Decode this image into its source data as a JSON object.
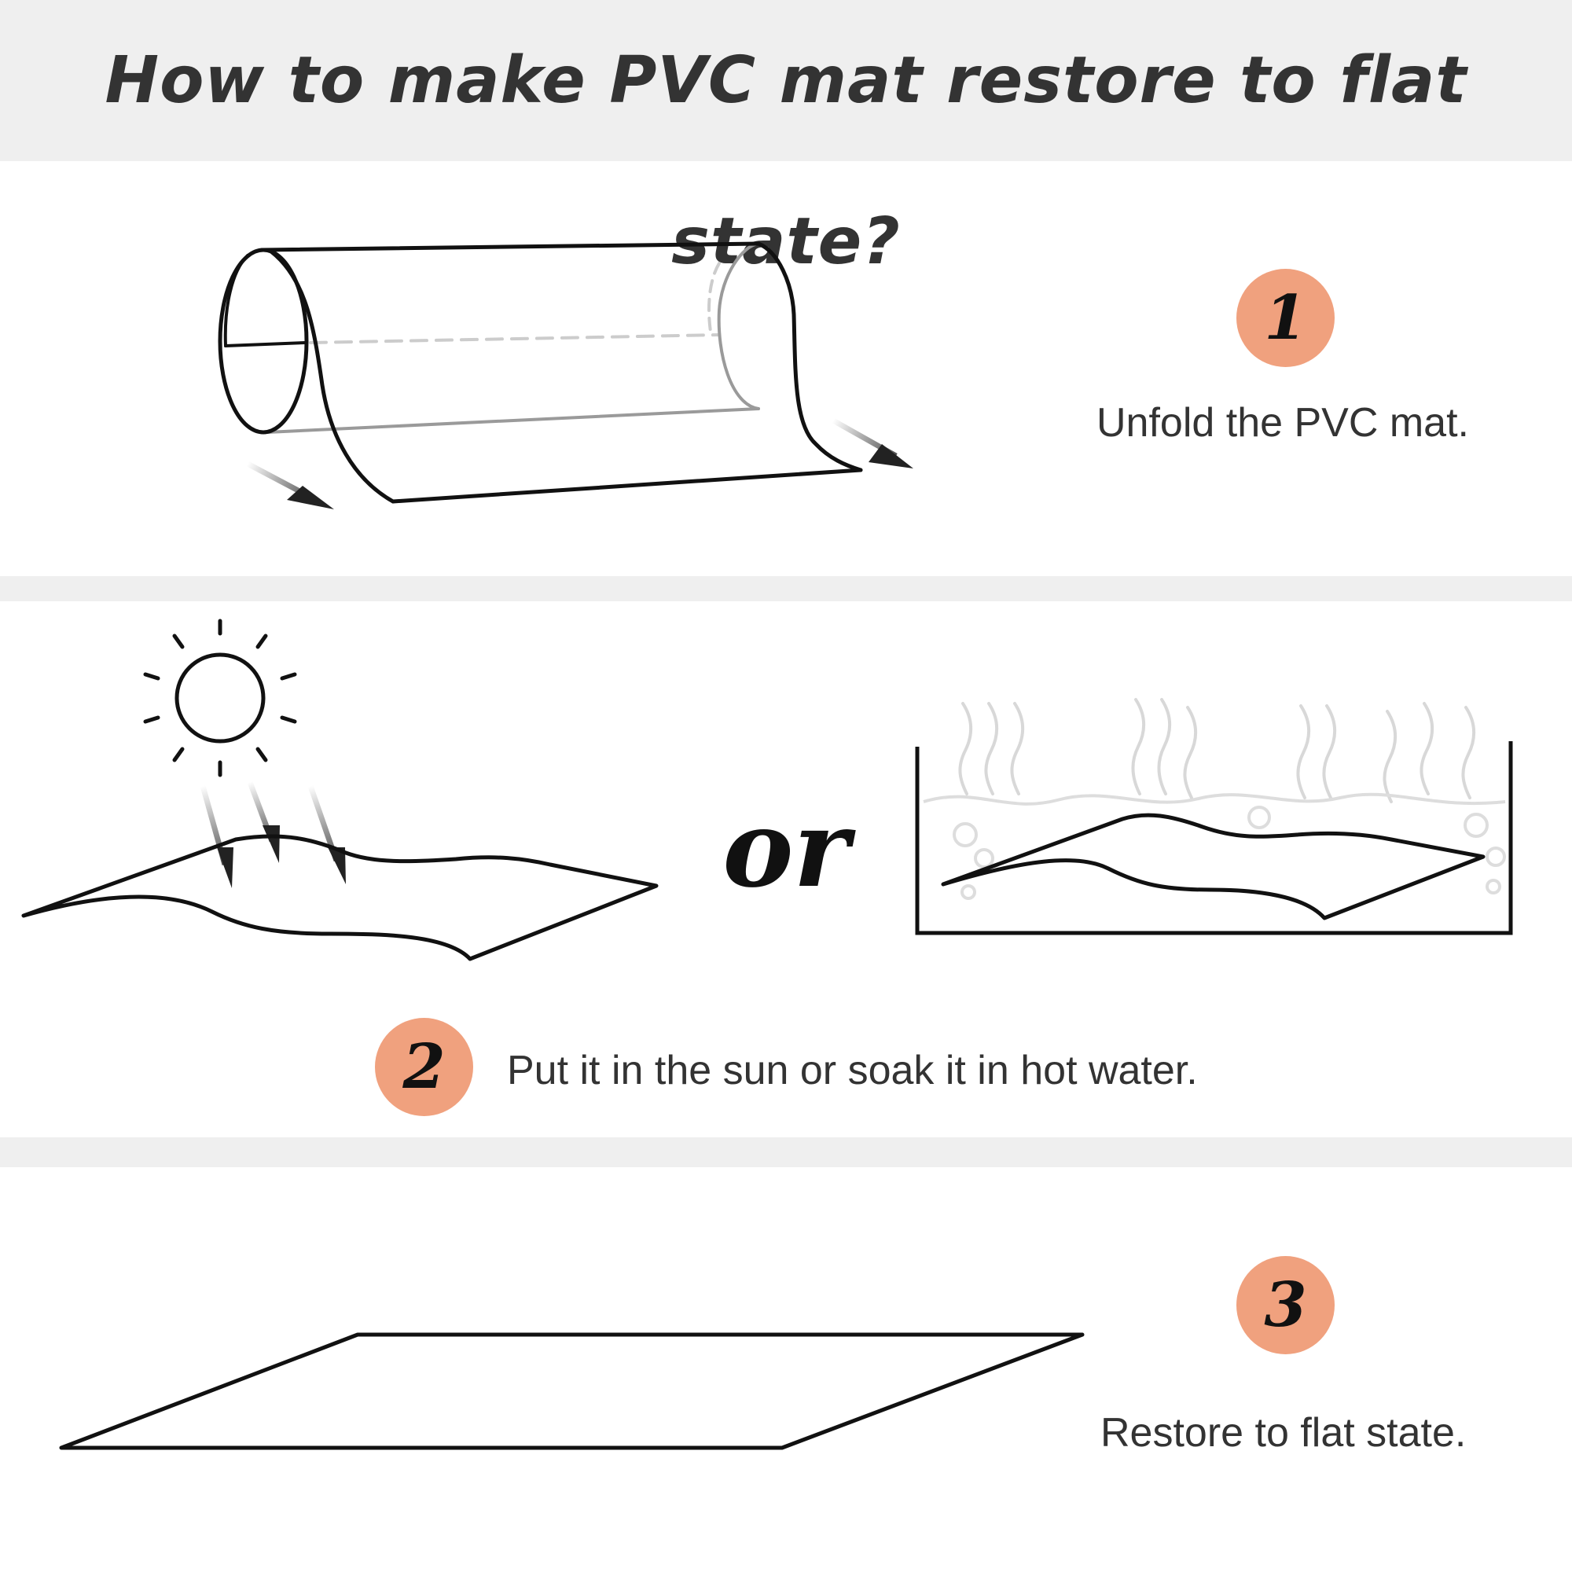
{
  "header": {
    "title": "How to make PVC mat restore to flat state?"
  },
  "steps": [
    {
      "number": "1",
      "text": "Unfold the PVC mat."
    },
    {
      "number": "2",
      "text": "Put it in the sun or soak it in hot water."
    },
    {
      "number": "3",
      "text": "Restore to flat state."
    }
  ],
  "connector": "or",
  "colors": {
    "header_bg": "#efefef",
    "badge": "#f0a17e",
    "text": "#333333",
    "line": "#111111"
  },
  "icons": [
    "rolled-mat-icon",
    "arrow-icon",
    "sun-icon",
    "wavy-mat-icon",
    "hot-water-tub-icon",
    "steam-icon",
    "bubble-icon",
    "flat-mat-icon"
  ]
}
